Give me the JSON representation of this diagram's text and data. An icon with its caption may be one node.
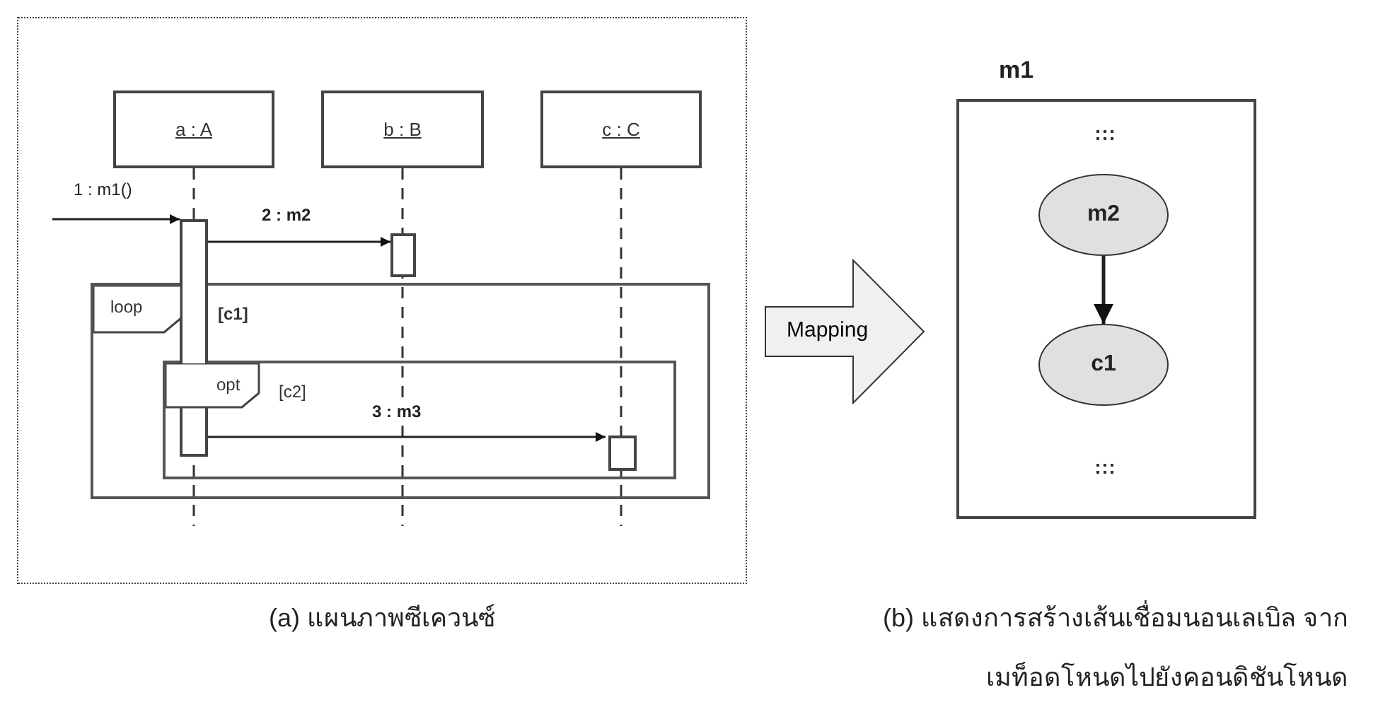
{
  "diagram": {
    "nodes": [
      {
        "text": [],
        "shape": "box"
      },
      {
        "text": [
          "a : A"
        ],
        "in": 0
      },
      {
        "text": [
          "b : B"
        ],
        "in": 0
      },
      {
        "text": [
          "c : C"
        ],
        "in": 0
      },
      {
        "text": [
          "loop",
          "[c1]"
        ],
        "in": 0
      },
      {
        "text": [
          "opt",
          "[c2]"
        ],
        "in": 4
      },
      {
        "text": [],
        "shape": "bar",
        "in": 0
      },
      {
        "text": [],
        "shape": "bar",
        "in": 0
      },
      {
        "text": [],
        "shape": "bar",
        "in": 5
      },
      {
        "text": [
          "Mapping"
        ]
      },
      {
        "text": [
          "m1"
        ]
      },
      {
        "text": [
          "m2"
        ],
        "in": 10
      },
      {
        "text": [
          "c1"
        ],
        "in": 10
      }
    ],
    "edges": [
      {
        "from": null,
        "to": 6,
        "arrow": "to",
        "label": "1 : m1()"
      },
      {
        "from": 6,
        "to": 7,
        "arrow": "to",
        "label": "2 : m2"
      },
      {
        "from": 6,
        "to": 8,
        "arrow": "to",
        "label": "3 : m3"
      },
      {
        "from": 11,
        "to": 12,
        "arrow": "to"
      }
    ],
    "labels": [
      "(a) แผนภาพซีเควนซ์",
      "(b) แสดงการสร้างเส้นเชื่อมนอนเลเบิล จากเมท็อดโหนดไปยังคอนดิชันโหนด"
    ]
  }
}
